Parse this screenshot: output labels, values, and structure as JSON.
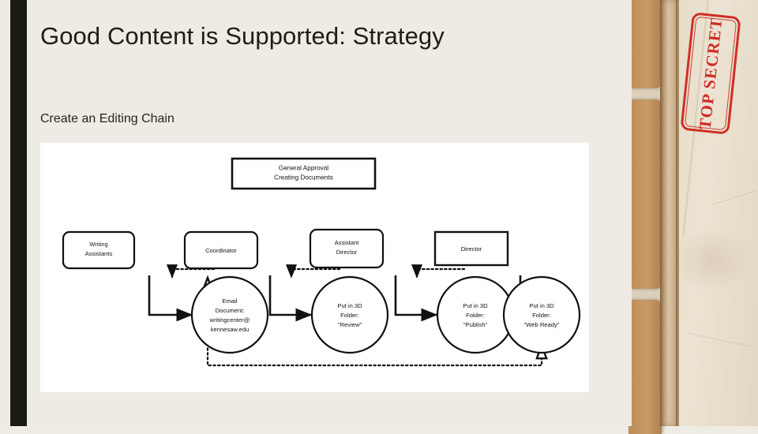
{
  "slide": {
    "title": "Good Content is Supported: Strategy",
    "subtitle": "Create an Editing Chain",
    "accent_color": "#191a10",
    "background_color": "#eeebe4",
    "canvas_color": "#ffffff"
  },
  "stamp": {
    "text": "TOP SECRET",
    "color": "#cc1f18"
  },
  "diagram": {
    "type": "flowchart",
    "approval_box": {
      "line1": "General Approval",
      "line2": "Creating Documents"
    },
    "roles": [
      {
        "id": "writing-assistants",
        "label_line1": "Writing",
        "label_line2": "Assistants",
        "shape": "rounded-rect"
      },
      {
        "id": "coordinator",
        "label_line1": "Coordinator",
        "label_line2": "",
        "shape": "rounded-rect"
      },
      {
        "id": "assistant-director",
        "label_line1": "Assistant",
        "label_line2": "Director",
        "shape": "rounded-rect"
      },
      {
        "id": "director",
        "label_line1": "Director",
        "label_line2": "",
        "shape": "rect"
      }
    ],
    "actions": [
      {
        "id": "email-document",
        "line1": "Email",
        "line2": "Document:",
        "line3": "writingcenter@",
        "line4": "kennesaw.edu"
      },
      {
        "id": "folder-review",
        "line1": "Put in 3D",
        "line2": "Folder:",
        "line3": "\"Review\"",
        "line4": ""
      },
      {
        "id": "folder-publish",
        "line1": "Put in 3D",
        "line2": "Folder:",
        "line3": "\"Publish\"",
        "line4": ""
      },
      {
        "id": "folder-webready",
        "line1": "Put in 3D",
        "line2": "Folder:",
        "line3": "\"Web Ready\"",
        "line4": ""
      }
    ],
    "connector_notes": [
      "solid elbow: role box -> action circle",
      "dotted: approval chain between roles and circles",
      "dotted feedback loop from Web Ready circle back to Coordinator"
    ]
  }
}
